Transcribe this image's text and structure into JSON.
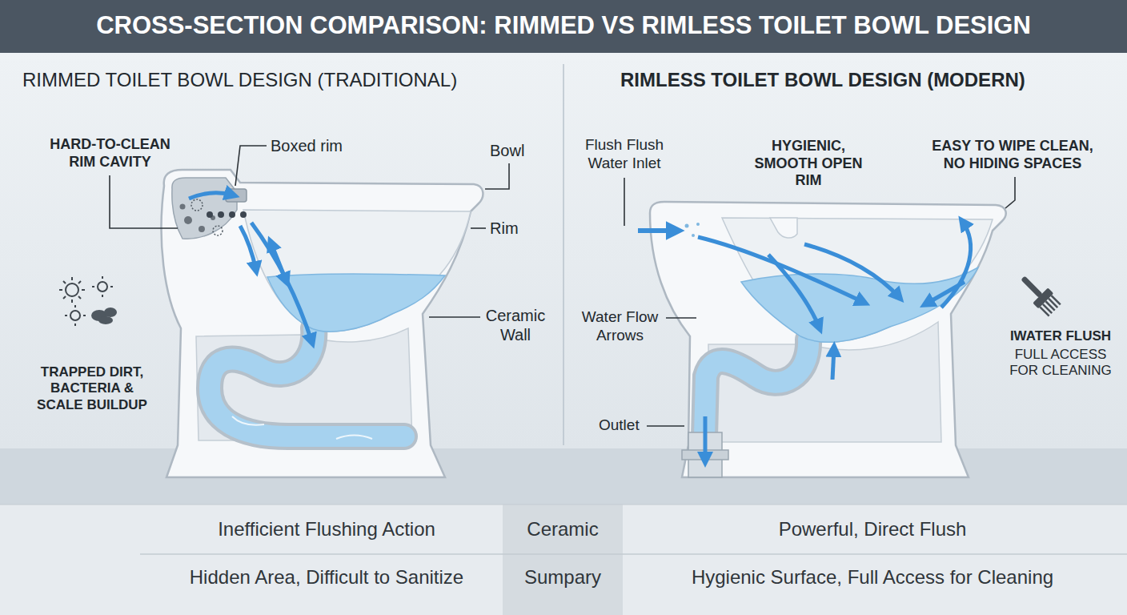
{
  "diagram": {
    "title": "CROSS-SECTION COMPARISON: RIMMED VS RIMLESS TOILET BOWL DESIGN",
    "labels": [
      "RIMMED TOILET BOWL DESIGN (TRADITIONAL)",
      "RIMLESS TOILET BOWL DESIGN (MODERN)",
      "HARD-TO-CLEAN RIM CAVITY",
      "Boxed rim",
      "Bowl",
      "Rim",
      "Ceramic Wall",
      "TRAPPED DIRT, BACTERIA & SCALE BUILDUP",
      "Flush Flush Water Inlet",
      "HYGIENIC, SMOOTH OPEN RIM",
      "EASY TO WIPE CLEAN, NO HIDING SPACES",
      "Water Flow Arrows",
      "Outlet",
      "IWATER FLUSH",
      "FULL ACCESS FOR CLEANING",
      "Inefficient Flushing Action",
      "Ceramic",
      "Powerful, Direct Flush",
      "Hidden Area, Difficult to Sanitize",
      "Sumpary",
      "Hygienic Surface, Full Access for Cleaning"
    ]
  }
}
